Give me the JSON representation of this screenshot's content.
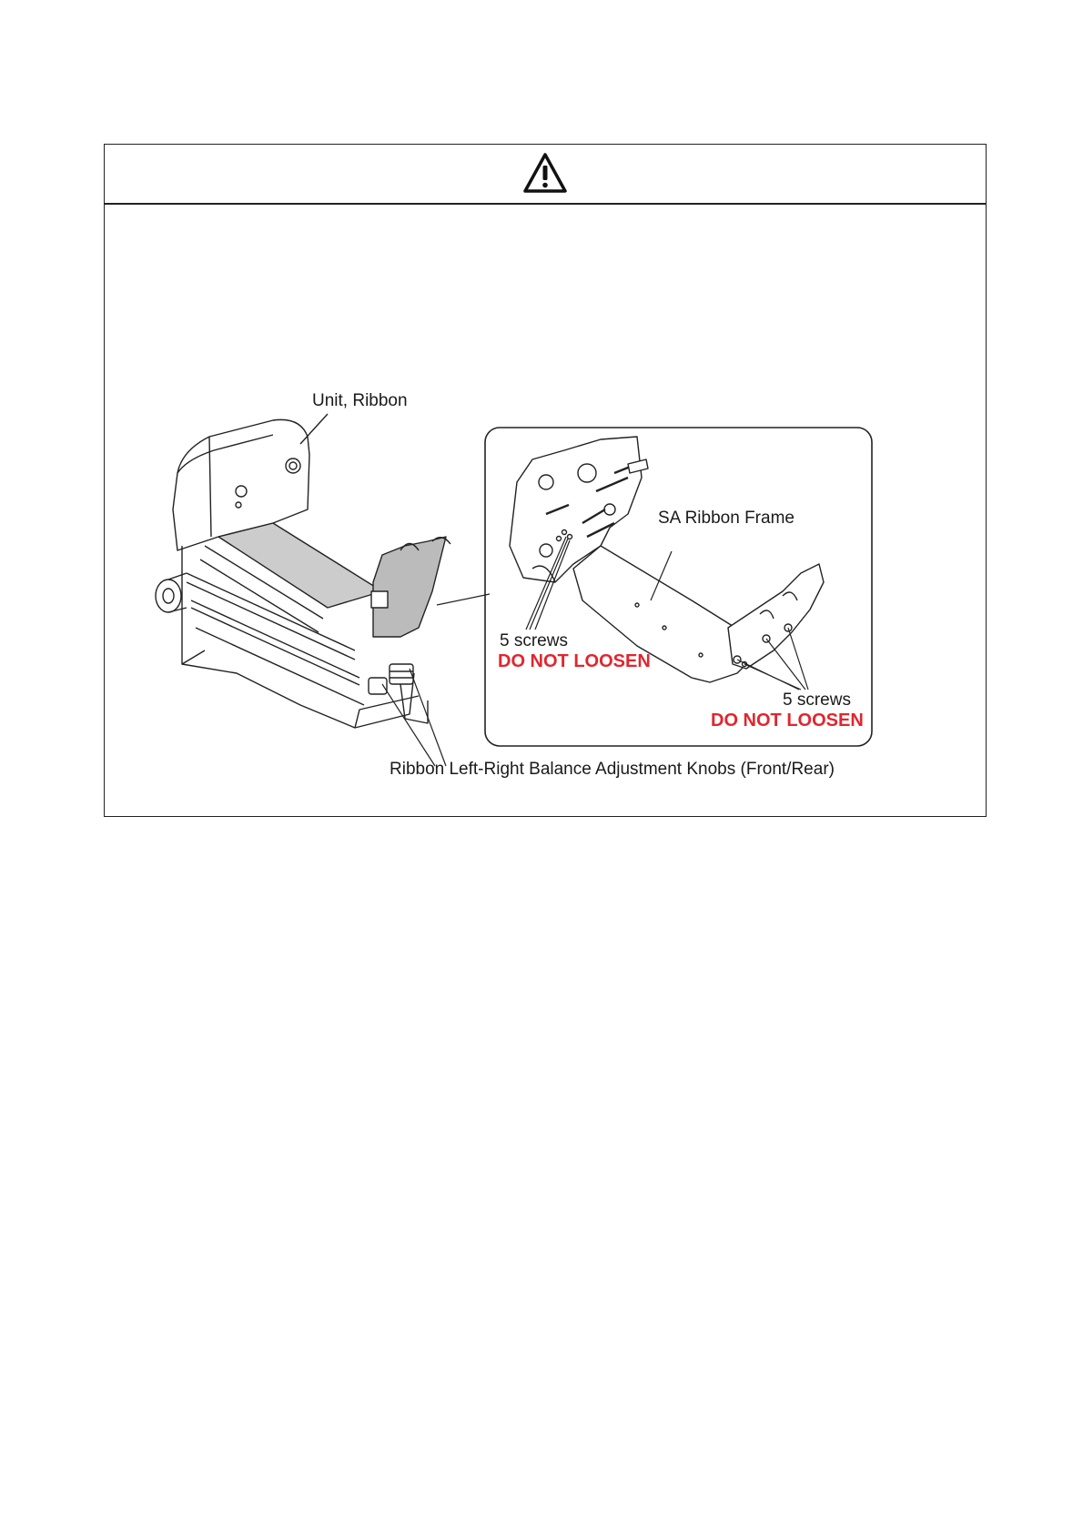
{
  "caution": {
    "icon": "warning-triangle-icon",
    "accent_color": "#e0262e"
  },
  "figure": {
    "unit_ribbon_label": "Unit, Ribbon",
    "sa_ribbon_frame_label": "SA Ribbon Frame",
    "screws_left_label": "5 screws",
    "screws_left_warning": "DO NOT LOOSEN",
    "screws_right_label": "5 screws",
    "screws_right_warning": "DO NOT LOOSEN",
    "knobs_label": "Ribbon Left-Right Balance Adjustment Knobs (Front/Rear)"
  }
}
